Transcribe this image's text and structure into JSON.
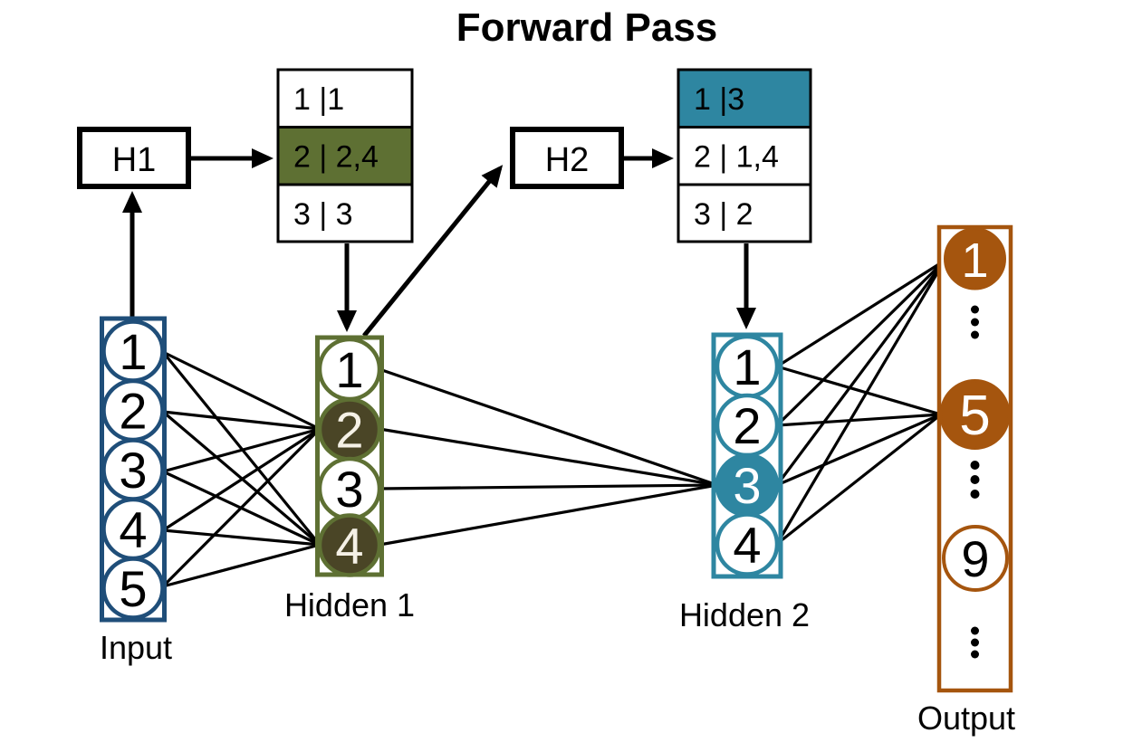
{
  "title": "Forward Pass",
  "colors": {
    "blue": "#1F4E79",
    "olive": "#5E7033",
    "olive_dark": "#4A4526",
    "teal": "#2E86A1",
    "orange": "#A5550E",
    "ink": "#000000",
    "node_text_light": "#F5F1E6"
  },
  "h1": {
    "label": "H1"
  },
  "h2": {
    "label": "H2"
  },
  "table1": {
    "rows": [
      {
        "text": "1 |1",
        "highlight": false
      },
      {
        "text": "2 | 2,4",
        "highlight": true
      },
      {
        "text": "3 | 3",
        "highlight": false
      }
    ],
    "highlight_color": "#5E7033"
  },
  "table2": {
    "rows": [
      {
        "text": "1 |3",
        "highlight": true
      },
      {
        "text": "2 | 1,4",
        "highlight": false
      },
      {
        "text": "3 | 2",
        "highlight": false
      }
    ],
    "highlight_color": "#2E86A1"
  },
  "layers": {
    "input": {
      "label": "Input",
      "nodes": [
        "1",
        "2",
        "3",
        "4",
        "5"
      ],
      "highlighted_nodes": []
    },
    "hidden1": {
      "label": "Hidden 1",
      "nodes": [
        "1",
        "2",
        "3",
        "4"
      ],
      "highlighted_nodes": [
        "2",
        "4"
      ]
    },
    "hidden2": {
      "label": "Hidden 2",
      "nodes": [
        "1",
        "2",
        "3",
        "4"
      ],
      "highlighted_nodes": [
        "3"
      ]
    },
    "output": {
      "label": "Output",
      "items": [
        "1",
        "⋮",
        "5",
        "⋮",
        "9",
        "⋮"
      ],
      "highlighted_nodes": [
        "1",
        "5"
      ]
    }
  },
  "connections": {
    "input_to_hidden1": [
      [
        "1",
        "2"
      ],
      [
        "1",
        "4"
      ],
      [
        "2",
        "2"
      ],
      [
        "2",
        "4"
      ],
      [
        "3",
        "2"
      ],
      [
        "3",
        "4"
      ],
      [
        "4",
        "2"
      ],
      [
        "4",
        "4"
      ],
      [
        "5",
        "2"
      ],
      [
        "5",
        "4"
      ]
    ],
    "hidden1_to_hidden2": [
      [
        "1",
        "3"
      ],
      [
        "2",
        "3"
      ],
      [
        "3",
        "3"
      ],
      [
        "4",
        "3"
      ]
    ],
    "hidden2_to_output": [
      [
        "1",
        "1"
      ],
      [
        "1",
        "5"
      ],
      [
        "2",
        "1"
      ],
      [
        "2",
        "5"
      ],
      [
        "3",
        "1"
      ],
      [
        "3",
        "5"
      ],
      [
        "4",
        "1"
      ],
      [
        "4",
        "5"
      ]
    ],
    "flow_arrows": [
      "input→H1",
      "H1→table1",
      "table1→hidden1",
      "hidden1→H2",
      "H2→table2",
      "table2→hidden2"
    ]
  }
}
